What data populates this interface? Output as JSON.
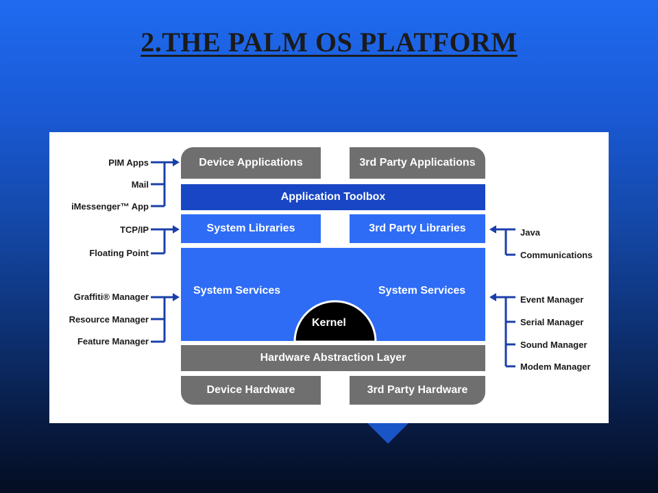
{
  "slide": {
    "title": "2.THE PALM OS PLATFORM"
  },
  "diagram": {
    "layers": {
      "device_applications": "Device Applications",
      "third_party_applications": "3rd Party Applications",
      "application_toolbox": "Application Toolbox",
      "system_libraries": "System Libraries",
      "third_party_libraries": "3rd Party Libraries",
      "system_services_left": "System Services",
      "system_services_right": "System Services",
      "kernel": "Kernel",
      "hardware_abstraction_layer": "Hardware Abstraction Layer",
      "device_hardware": "Device Hardware",
      "third_party_hardware": "3rd Party Hardware"
    },
    "left_groups": {
      "applications": [
        "PIM Apps",
        "Mail",
        "iMessenger™ App"
      ],
      "libraries": [
        "TCP/IP",
        "Floating Point"
      ],
      "services": [
        "Graffiti® Manager",
        "Resource Manager",
        "Feature Manager"
      ]
    },
    "right_groups": {
      "libraries": [
        "Java",
        "Communications"
      ],
      "services": [
        "Event Manager",
        "Serial Manager",
        "Sound Manager",
        "Modem Manager"
      ]
    },
    "colors": {
      "gray_layer": "#6f6f6f",
      "toolbox_blue": "#1846c4",
      "services_blue": "#2e6cf5",
      "connector_blue": "#1a3fa8",
      "kernel_black": "#000000"
    }
  }
}
